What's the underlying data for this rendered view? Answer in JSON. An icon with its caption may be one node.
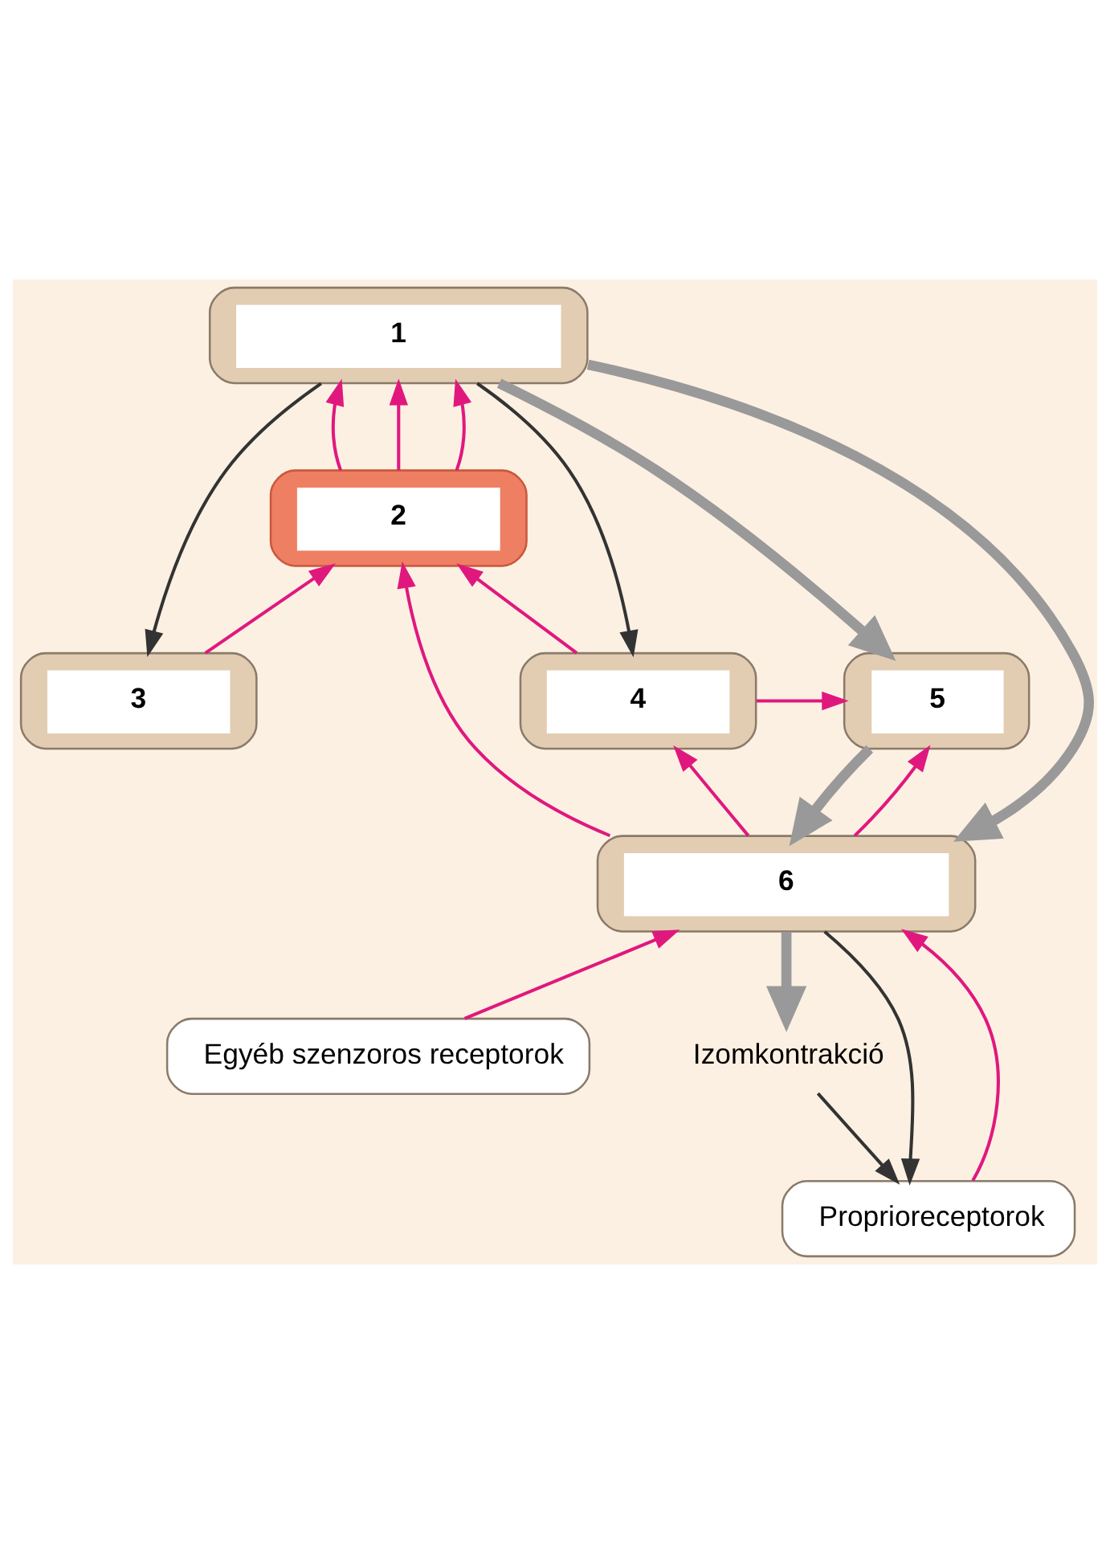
{
  "diagram": {
    "nodes": [
      {
        "text": [
          "1"
        ]
      },
      {
        "text": [
          "2"
        ]
      },
      {
        "text": [
          "3"
        ]
      },
      {
        "text": [
          "4"
        ]
      },
      {
        "text": [
          "5"
        ]
      },
      {
        "text": [
          "6"
        ]
      },
      {
        "text": [
          "Egyéb szenzoros receptorok"
        ]
      },
      {
        "text": [
          "Izomkontrakció"
        ]
      },
      {
        "text": [
          "Proprioreceptorok"
        ]
      }
    ],
    "edges": [
      {
        "from": 0,
        "to": 3,
        "arrow": "to",
        "color": "#333333"
      },
      {
        "from": 0,
        "to": 2,
        "arrow": "to",
        "color": "#333333"
      },
      {
        "from": 1,
        "to": 0,
        "arrow": "to"
      },
      {
        "from": 1,
        "to": 0,
        "arrow": "to"
      },
      {
        "from": 1,
        "to": 0,
        "arrow": "to"
      },
      {
        "from": 2,
        "to": 1,
        "arrow": "to"
      },
      {
        "from": 3,
        "to": 1,
        "arrow": "to"
      },
      {
        "from": 3,
        "to": 4,
        "arrow": "to"
      },
      {
        "from": 5,
        "to": 1,
        "arrow": "to"
      },
      {
        "from": 5,
        "to": 3,
        "arrow": "to"
      },
      {
        "from": 5,
        "to": 4,
        "arrow": "to"
      },
      {
        "from": 0,
        "to": 4,
        "arrow": "to",
        "style": "thick",
        "color": "#999999"
      },
      {
        "from": 0,
        "to": 5,
        "arrow": "to",
        "style": "thick",
        "color": "#999999"
      },
      {
        "from": 4,
        "to": 5,
        "arrow": "to",
        "style": "thick",
        "color": "#999999"
      },
      {
        "from": 5,
        "to": 7,
        "arrow": "to",
        "style": "thick",
        "color": "#999999"
      },
      {
        "from": 7,
        "to": 8,
        "arrow": "to",
        "color": "#333333"
      },
      {
        "from": 5,
        "to": 8,
        "arrow": "to",
        "color": "#333333"
      },
      {
        "from": 6,
        "to": 5,
        "arrow": "to"
      },
      {
        "from": 8,
        "to": 5,
        "arrow": "to"
      }
    ]
  }
}
